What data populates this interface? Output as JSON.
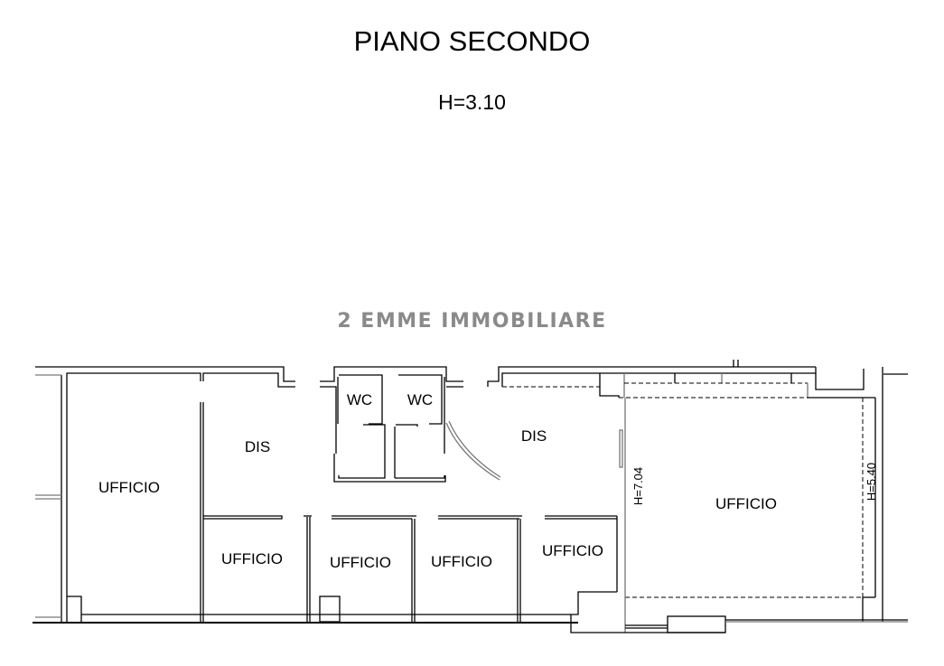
{
  "title": "PIANO SECONDO",
  "floor_height": "H=3.10",
  "watermark": "2 EMME IMMOBILIARE",
  "rooms": [
    {
      "label": "UFFICIO"
    },
    {
      "label": "DIS"
    },
    {
      "label": "WC"
    },
    {
      "label": "WC"
    },
    {
      "label": "DIS"
    },
    {
      "label": "UFFICIO"
    },
    {
      "label": "UFFICIO"
    },
    {
      "label": "UFFICIO"
    },
    {
      "label": "UFFICIO"
    },
    {
      "label": "UFFICIO"
    }
  ],
  "dimensions": [
    {
      "label": "H=7.04"
    },
    {
      "label": "H=5.40"
    }
  ]
}
